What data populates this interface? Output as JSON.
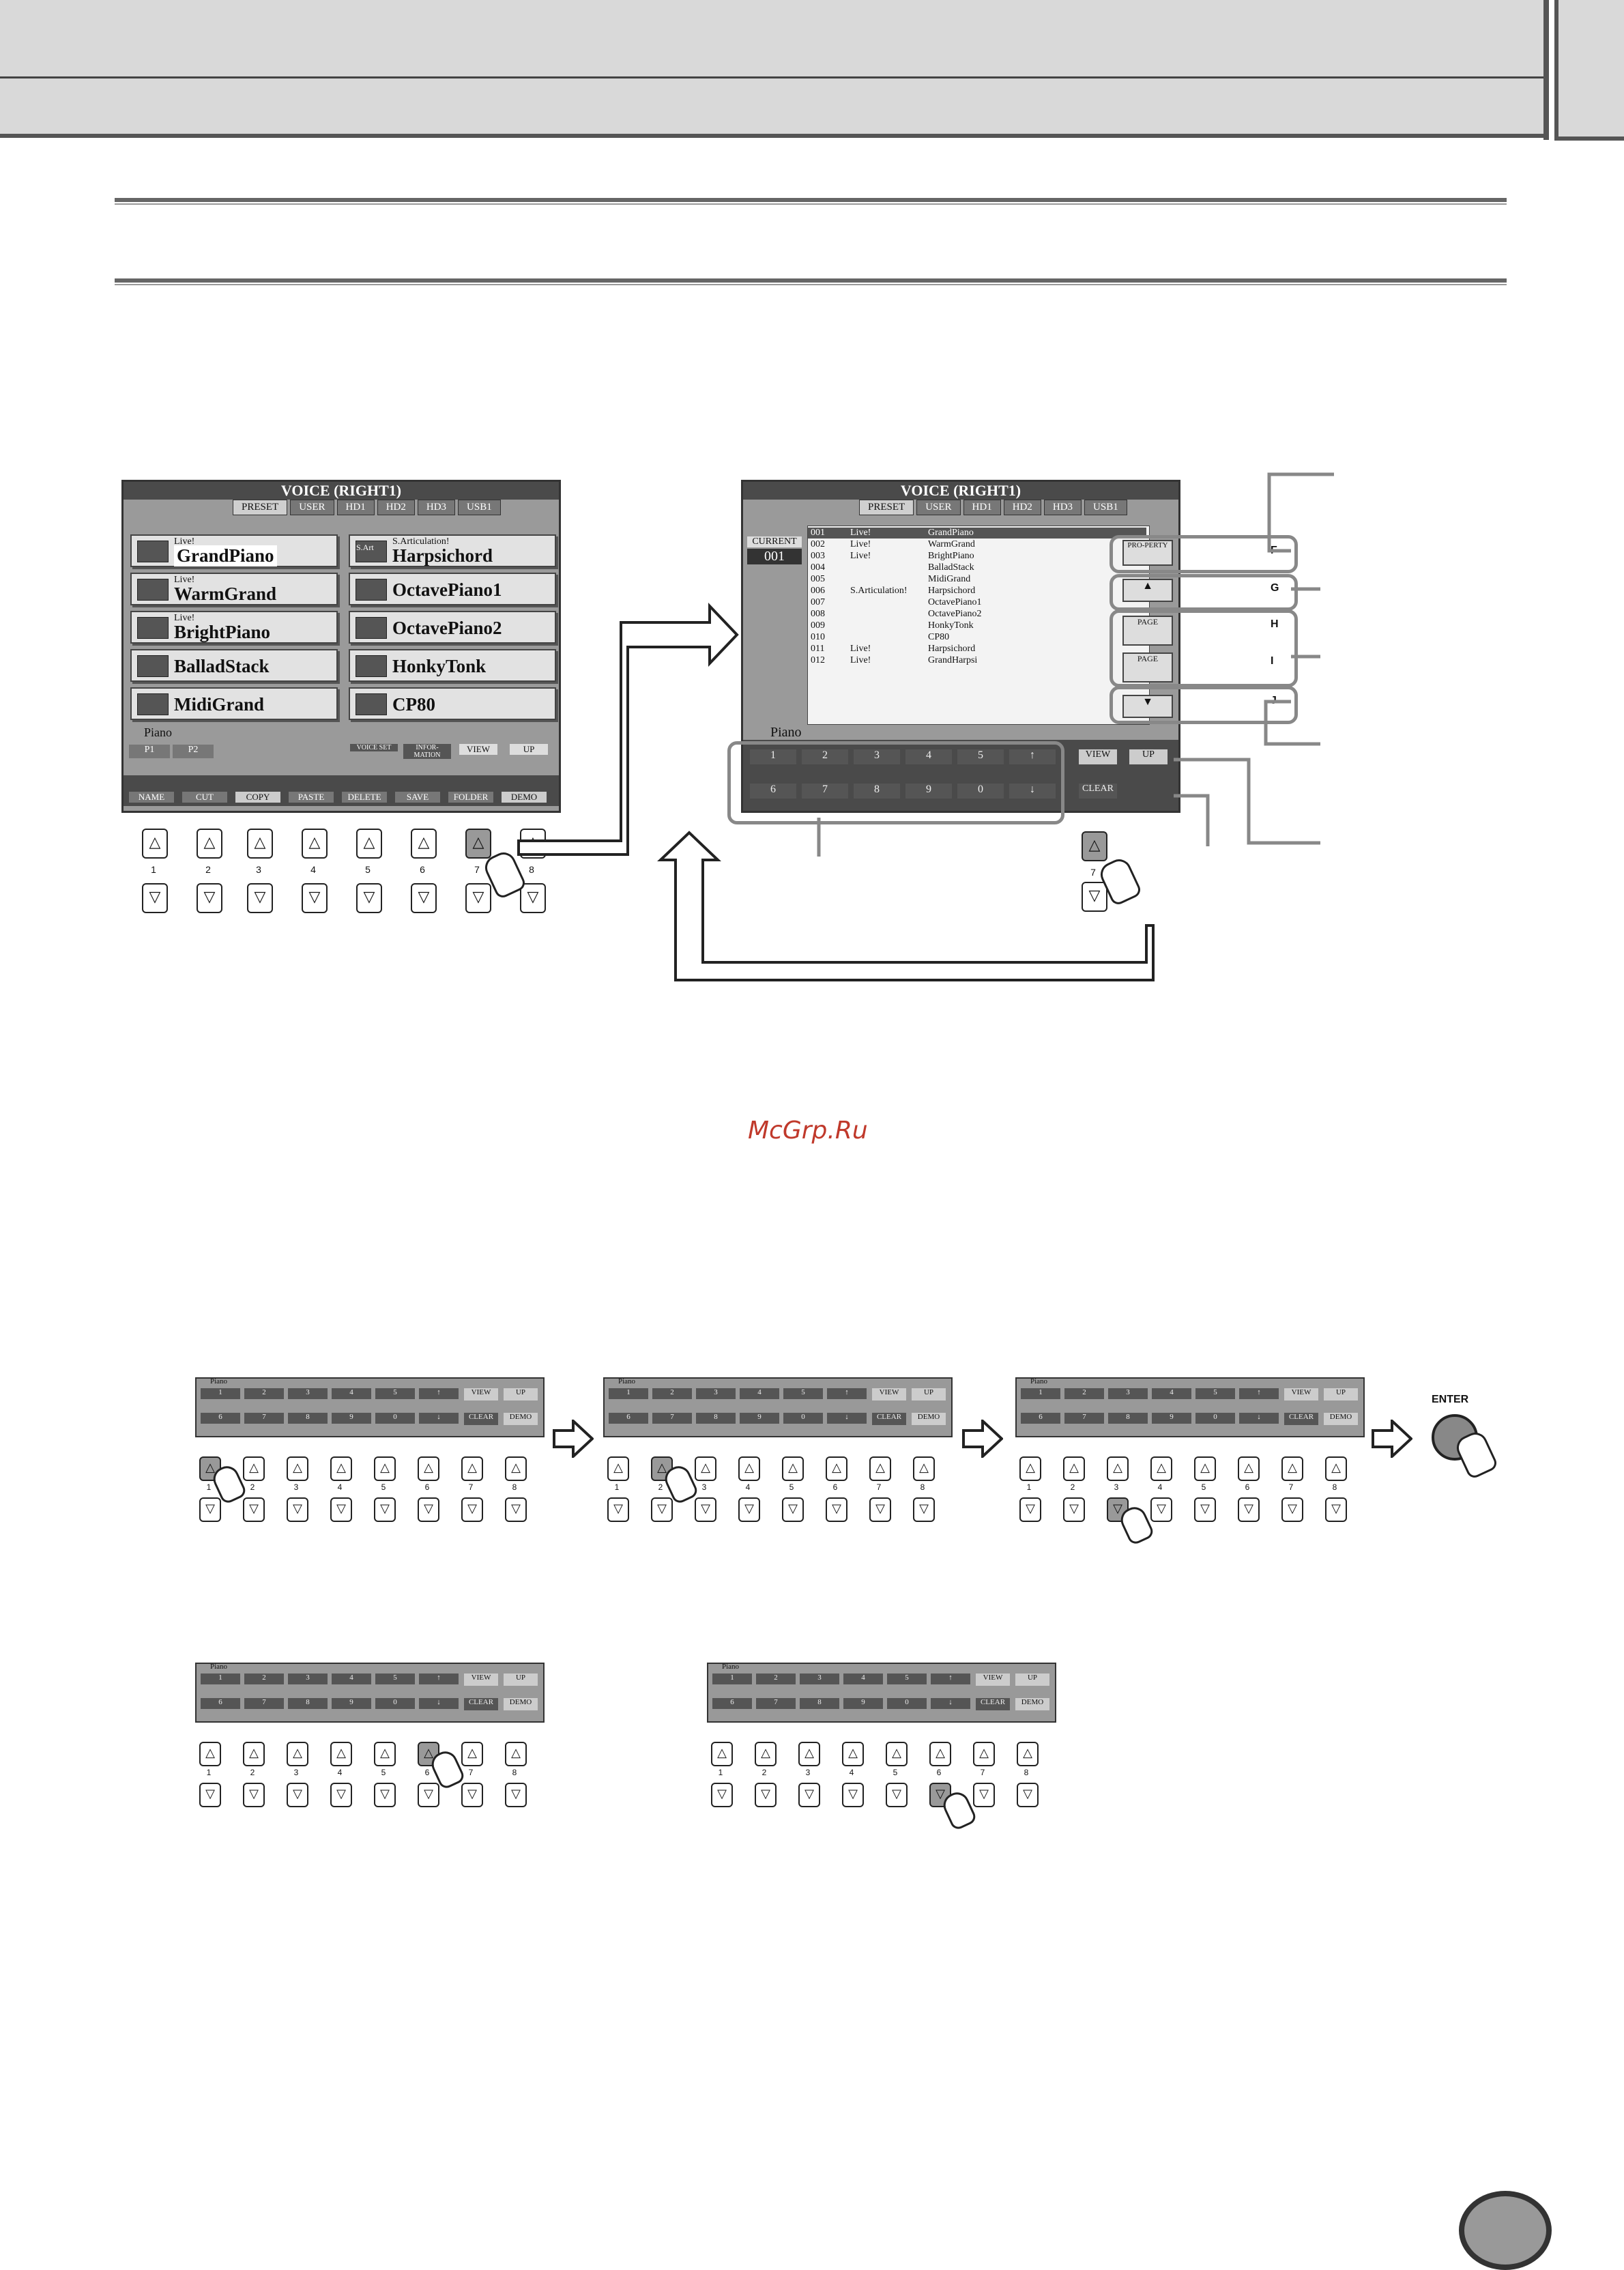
{
  "watermark": "McGrp.Ru",
  "left_screen": {
    "title": "VOICE (RIGHT1)",
    "tabs": [
      "PRESET",
      "USER",
      "HD1",
      "HD2",
      "HD3",
      "USB1"
    ],
    "voices": [
      {
        "small": "Live!",
        "name": "GrandPiano"
      },
      {
        "small": "S.Articulation!",
        "name": "Harpsichord"
      },
      {
        "small": "Live!",
        "name": "WarmGrand"
      },
      {
        "small": "",
        "name": "OctavePiano1"
      },
      {
        "small": "Live!",
        "name": "BrightPiano"
      },
      {
        "small": "",
        "name": "OctavePiano2"
      },
      {
        "small": "",
        "name": "BalladStack"
      },
      {
        "small": "",
        "name": "HonkyTonk"
      },
      {
        "small": "",
        "name": "MidiGrand"
      },
      {
        "small": "",
        "name": "CP80"
      }
    ],
    "sart_label": "S.Art",
    "folder": "Piano",
    "pages": [
      "P1",
      "P2"
    ],
    "upper_soft": [
      "VOICE SET",
      "INFOR-MATION",
      "VIEW",
      "UP"
    ],
    "lower_soft": [
      "NAME",
      "CUT",
      "COPY",
      "PASTE",
      "DELETE",
      "SAVE",
      "FOLDER",
      "DEMO"
    ]
  },
  "right_screen": {
    "title": "VOICE (RIGHT1)",
    "tabs": [
      "PRESET",
      "USER",
      "HD1",
      "HD2",
      "HD3",
      "USB1"
    ],
    "current_label": "CURRENT",
    "current_value": "001",
    "rows": [
      {
        "num": "001",
        "cat": "Live!",
        "name": "GrandPiano"
      },
      {
        "num": "002",
        "cat": "Live!",
        "name": "WarmGrand"
      },
      {
        "num": "003",
        "cat": "Live!",
        "name": "BrightPiano"
      },
      {
        "num": "004",
        "cat": "",
        "name": "BalladStack"
      },
      {
        "num": "005",
        "cat": "",
        "name": "MidiGrand"
      },
      {
        "num": "006",
        "cat": "S.Articulation!",
        "name": "Harpsichord"
      },
      {
        "num": "007",
        "cat": "",
        "name": "OctavePiano1"
      },
      {
        "num": "008",
        "cat": "",
        "name": "OctavePiano2"
      },
      {
        "num": "009",
        "cat": "",
        "name": "HonkyTonk"
      },
      {
        "num": "010",
        "cat": "",
        "name": "CP80"
      },
      {
        "num": "011",
        "cat": "Live!",
        "name": "Harpsichord"
      },
      {
        "num": "012",
        "cat": "Live!",
        "name": "GrandHarpsi"
      }
    ],
    "side_buttons": [
      "PRO-PERTY",
      "PAGE",
      "PAGE"
    ],
    "folder": "Piano",
    "digits_top": [
      "1",
      "2",
      "3",
      "4",
      "5",
      "↑"
    ],
    "digits_bottom": [
      "6",
      "7",
      "8",
      "9",
      "0",
      "↓"
    ],
    "view": "VIEW",
    "up": "UP",
    "clear": "CLEAR",
    "callouts": [
      "F",
      "G",
      "H",
      "I",
      "J"
    ]
  },
  "button_numbers": [
    "1",
    "2",
    "3",
    "4",
    "5",
    "6",
    "7",
    "8"
  ],
  "mini_panel": {
    "folder": "Piano",
    "top": [
      "1",
      "2",
      "3",
      "4",
      "5",
      "↑"
    ],
    "bottom": [
      "6",
      "7",
      "8",
      "9",
      "0",
      "↓"
    ],
    "view": "VIEW",
    "up": "UP",
    "clear": "CLEAR",
    "demo": "DEMO"
  },
  "enter_label": "ENTER",
  "up_glyph": "△",
  "down_glyph": "▽"
}
